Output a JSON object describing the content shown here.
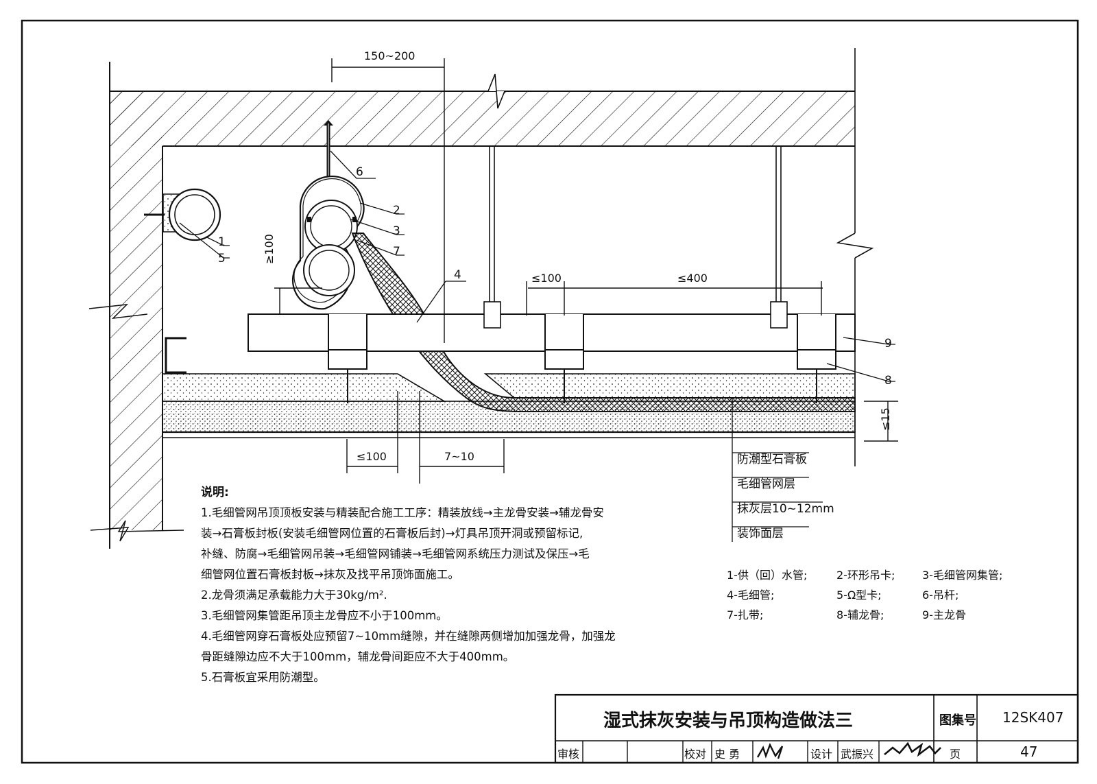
{
  "dimensions": {
    "top_spacing": "150~200",
    "min_clearance": "≥100",
    "edge_reinforce": "≤100",
    "aux_spacing": "≤400",
    "bottom_edge": "≤100",
    "gap": "7~10",
    "plaster_thickness": "≤15"
  },
  "callouts": [
    "1",
    "2",
    "3",
    "4",
    "5",
    "6",
    "7",
    "8",
    "9"
  ],
  "layers": [
    "防潮型石膏板",
    "毛细管网层",
    "抹灰层10~12mm",
    "装饰面层"
  ],
  "notes": {
    "title": "说明:",
    "lines": [
      "1.毛细管网吊顶顶板安装与精装配合施工工序：精装放线→主龙骨安装→辅龙骨安",
      "  装→石膏板封板(安装毛细管网位置的石膏板后封)→灯具吊顶开洞或预留标记,",
      "  补缝、防腐→毛细管网吊装→毛细管网铺装→毛细管网系统压力测试及保压→毛",
      "  细管网位置石膏板封板→抹灰及找平吊顶饰面施工。",
      "2.龙骨须满足承载能力大于30kg/m².",
      "3.毛细管网集管距吊顶主龙骨应不小于100mm。",
      "4.毛细管网穿石膏板处应预留7~10mm缝隙，并在缝隙两侧增加加强龙骨，加强龙",
      "  骨距缝隙边应不大于100mm，辅龙骨间距应不大于400mm。",
      "5.石膏板宜采用防潮型。"
    ]
  },
  "legend": [
    [
      "1-供（回）水管;",
      "2-环形吊卡;",
      "3-毛细管网集管;"
    ],
    [
      "4-毛细管;",
      "5-Ω型卡;",
      "6-吊杆;"
    ],
    [
      "7-扎带;",
      "8-辅龙骨;",
      "9-主龙骨"
    ]
  ],
  "title_block": {
    "title": "湿式抹灰安装与吊顶构造做法三",
    "atlas_label": "图集号",
    "atlas_no": "12SK407",
    "review_label": "审核",
    "check_label": "校对",
    "checker": "史 勇",
    "design_label": "设计",
    "designer": "武振兴",
    "page_label": "页",
    "page_no": "47",
    "checker_signature": "史勇",
    "designer_signature": "武振兴"
  },
  "colors": {
    "line": "#111111",
    "paper": "#ffffff"
  }
}
